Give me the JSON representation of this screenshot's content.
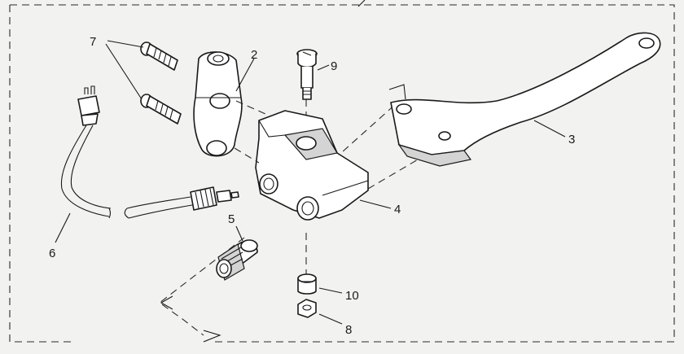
{
  "callouts": {
    "c1": "2",
    "c2": "3",
    "c3": "4",
    "c4": "5",
    "c5": "6",
    "c6": "7",
    "c7": "8",
    "c8": "9",
    "c9": "10"
  },
  "colors": {
    "line": "#1a1a1a",
    "paper": "#f2f2f0",
    "shade": "#d4d4d4"
  }
}
